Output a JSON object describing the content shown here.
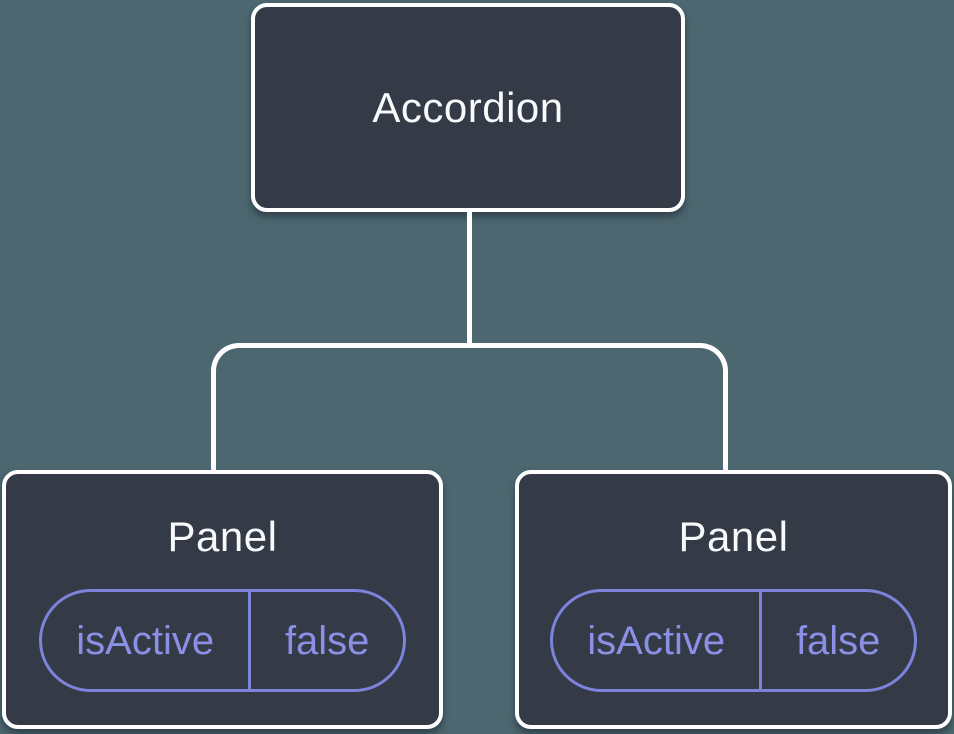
{
  "colors": {
    "background": "#4C6770",
    "node_fill": "#343A46",
    "node_border": "#FFFFFF",
    "node_text": "#F7F9FB",
    "connector": "#FFFFFF",
    "state_pill_border": "#7C83DB",
    "state_pill_text": "#8A90E6"
  },
  "tree": {
    "root": {
      "label": "Accordion"
    },
    "children": [
      {
        "label": "Panel",
        "state": {
          "name": "isActive",
          "value": "false"
        }
      },
      {
        "label": "Panel",
        "state": {
          "name": "isActive",
          "value": "false"
        }
      }
    ]
  }
}
